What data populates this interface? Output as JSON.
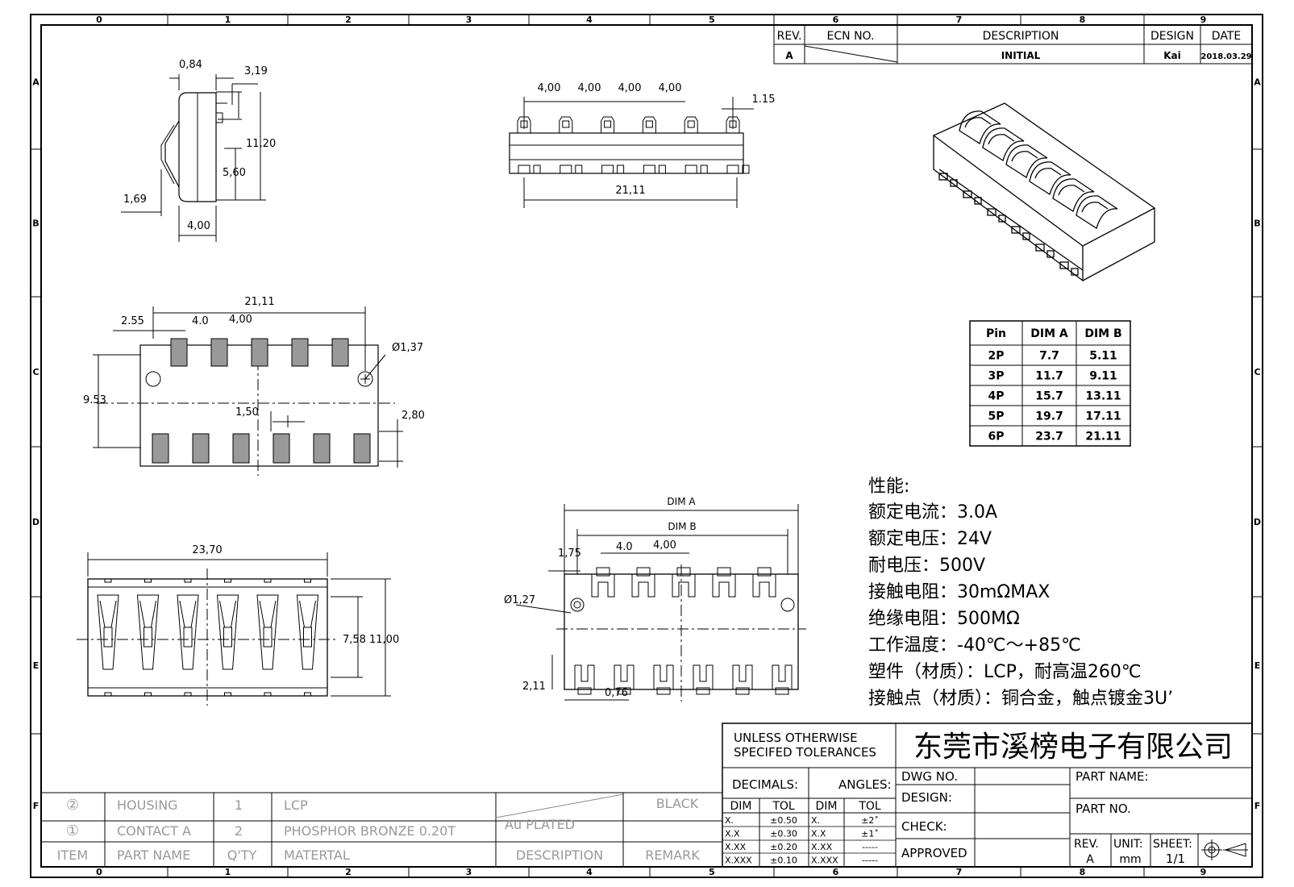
{
  "frame": {
    "col_labels": [
      "0",
      "1",
      "2",
      "3",
      "4",
      "5",
      "6",
      "7",
      "8",
      "9"
    ],
    "row_labels": [
      "A",
      "B",
      "C",
      "D",
      "E",
      "F"
    ]
  },
  "revision": {
    "headers": {
      "rev": "REV.",
      "ecn": "ECN NO.",
      "description": "DESCRIPTION",
      "design": "DESIGN",
      "date": "DATE"
    },
    "row": {
      "rev": "A",
      "description": "INITIAL",
      "design": "Kai",
      "date": "2018.03.29"
    }
  },
  "side_view": {
    "d1": "0,84",
    "d2": "3,19",
    "d3": "11,20",
    "d4": "5,60",
    "d5": "1,69",
    "d6": "4,00"
  },
  "front_view": {
    "pitch": [
      "4,00",
      "4,00",
      "4,00",
      "4,00"
    ],
    "tip": "1.15",
    "width": "21,11"
  },
  "footprint": {
    "width": "21,11",
    "offset": "2.55",
    "pitch1": "4.0",
    "pitch2": "4,00",
    "hole": "Ø1,37",
    "span": "9.53",
    "pad_w": "1,50",
    "pad_h": "2,80"
  },
  "top_view": {
    "width": "23,70",
    "inner_h": "7,58",
    "outer_h": "11,00"
  },
  "bottom_view": {
    "dim_a": "DIM A",
    "dim_b": "DIM B",
    "edge": "1,75",
    "pitch1": "4.0",
    "pitch2": "4,00",
    "hole": "Ø1,27",
    "foot": "2,11",
    "lead": "0,76"
  },
  "dim_table": {
    "headers": [
      "Pin",
      "DIM A",
      "DIM B"
    ],
    "rows": [
      [
        "2P",
        "7.7",
        "5.11"
      ],
      [
        "3P",
        "11.7",
        "9.11"
      ],
      [
        "4P",
        "15.7",
        "13.11"
      ],
      [
        "5P",
        "19.7",
        "17.11"
      ],
      [
        "6P",
        "23.7",
        "21.11"
      ]
    ]
  },
  "specs": {
    "title": "性能:",
    "lines": [
      "额定电流：3.0A",
      "额定电压：24V",
      "耐电压：500V",
      "接触电阻：30mΩMAX",
      "绝缘电阻：500MΩ",
      "工作温度：-40℃～+85℃",
      "塑件（材质）：LCP，耐高温260℃",
      "接触点（材质）：铜合金，触点镀金3U’"
    ]
  },
  "bom": {
    "rows": [
      {
        "item": "②",
        "name": "HOUSING",
        "qty": "1",
        "material": "LCP",
        "description": "",
        "remark": "BLACK"
      },
      {
        "item": "①",
        "name": "CONTACT A",
        "qty": "2",
        "material": "PHOSPHOR BRONZE 0.20T",
        "description": "Au PLATED",
        "remark": ""
      }
    ],
    "headers": {
      "item": "ITEM",
      "name": "PART NAME",
      "qty": "Q'TY",
      "material": "MATERTAL",
      "description": "DESCRIPTION",
      "remark": "REMARK"
    }
  },
  "title_block": {
    "tol_title_1": "UNLESS OTHERWISE",
    "tol_title_2": "SPECIFED TOLERANCES",
    "company": "东莞市溪榜电子有限公司",
    "decimals": "DECIMALS:",
    "angles": "ANGLES:",
    "dim": "DIM",
    "tol": "TOL",
    "dec_rows": [
      [
        "X.",
        "±0.50"
      ],
      [
        "X.X",
        "±0.30"
      ],
      [
        "X.XX",
        "±0.20"
      ],
      [
        "X.XXX",
        "±0.10"
      ]
    ],
    "ang_rows": [
      [
        "X.",
        "±2˚"
      ],
      [
        "X.X",
        "±1˚"
      ],
      [
        "X.XX",
        "-----"
      ],
      [
        "X.XXX",
        "-----"
      ]
    ],
    "dwg_no": "DWG NO.",
    "design": "DESIGN:",
    "check": "CHECK:",
    "approved": "APPROVED",
    "part_name": "PART NAME:",
    "part_no": "PART NO.",
    "rev_label": "REV.",
    "rev_value": "A",
    "unit_label": "UNIT:",
    "unit_value": "mm",
    "sheet_label": "SHEET:",
    "sheet_value": "1/1"
  }
}
